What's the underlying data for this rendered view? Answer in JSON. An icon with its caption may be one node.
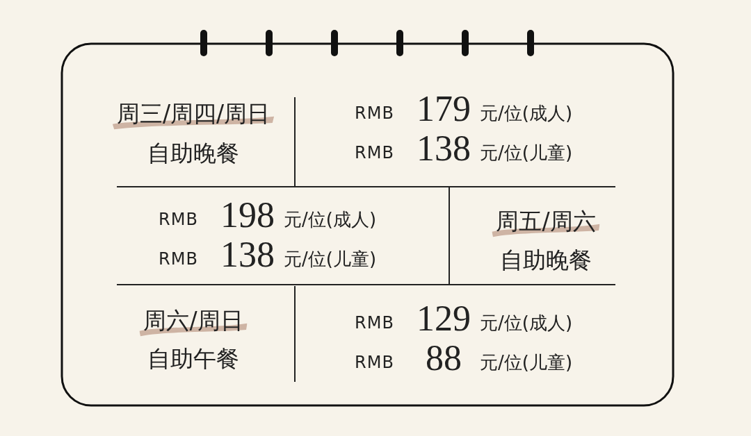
{
  "diagram": {
    "labels": [
      "周三/周四/周日",
      "自助晚餐",
      "RMB",
      "179",
      "元/位(成人)",
      "RMB",
      "138",
      "元/位(儿童)",
      "RMB",
      "198",
      "元/位(成人)",
      "RMB",
      "138",
      "元/位(儿童)",
      "周五/周六",
      "自助晚餐",
      "周六/周日",
      "自助午餐",
      "RMB",
      "129",
      "元/位(成人)",
      "RMB",
      "88",
      "元/位(儿童)"
    ]
  }
}
